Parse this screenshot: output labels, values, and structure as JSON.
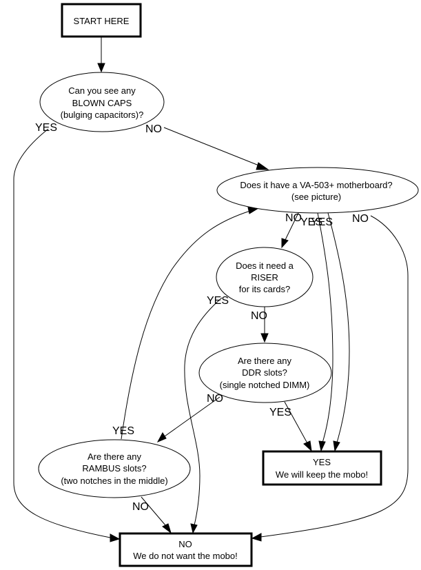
{
  "nodes": {
    "start": {
      "lines": [
        "START HERE"
      ]
    },
    "blown_caps": {
      "lines": [
        "Can you see any",
        "BLOWN CAPS",
        "(bulging capacitors)?"
      ]
    },
    "va503": {
      "lines": [
        "Does it have a VA-503+ motherboard?",
        "(see picture)"
      ]
    },
    "riser": {
      "lines": [
        "Does it need a",
        "RISER",
        "for its cards?"
      ]
    },
    "ddr": {
      "lines": [
        "Are there any",
        "DDR slots?",
        "(single notched DIMM)"
      ]
    },
    "rambus": {
      "lines": [
        "Are there any",
        "RAMBUS slots?",
        "(two notches in the middle)"
      ]
    },
    "keep": {
      "lines": [
        "YES",
        "We will keep the mobo!"
      ]
    },
    "reject": {
      "lines": [
        "NO",
        "We do not want the mobo!"
      ]
    }
  },
  "edges": [
    {
      "from": "start",
      "to": "blown_caps",
      "label": ""
    },
    {
      "from": "blown_caps",
      "to": "reject",
      "label": "YES"
    },
    {
      "from": "blown_caps",
      "to": "va503",
      "label": "NO"
    },
    {
      "from": "va503",
      "to": "riser",
      "label": "NO"
    },
    {
      "from": "va503",
      "to": "keep",
      "label": "YES"
    },
    {
      "from": "va503",
      "to": "keep",
      "label": "YES"
    },
    {
      "from": "va503",
      "to": "reject",
      "label": "NO"
    },
    {
      "from": "riser",
      "to": "reject",
      "label": "YES"
    },
    {
      "from": "riser",
      "to": "ddr",
      "label": "NO"
    },
    {
      "from": "ddr",
      "to": "keep",
      "label": "YES"
    },
    {
      "from": "ddr",
      "to": "rambus",
      "label": "NO"
    },
    {
      "from": "rambus",
      "to": "va503",
      "label": "YES"
    },
    {
      "from": "rambus",
      "to": "reject",
      "label": "NO"
    }
  ]
}
